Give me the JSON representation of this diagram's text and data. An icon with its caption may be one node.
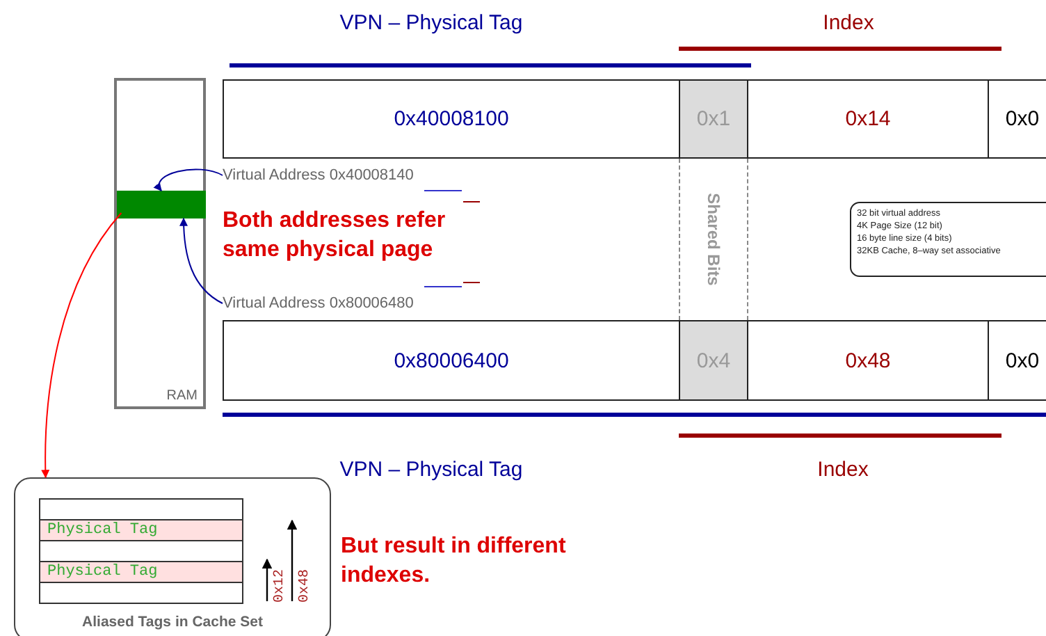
{
  "diagram": {
    "nodes": [
      {
        "text": [
          "RAM"
        ]
      },
      {
        "text": [],
        "shape": "bar",
        "in": 0
      },
      {
        "text": [
          "0x40008100"
        ]
      },
      {
        "text": [
          "0x1"
        ]
      },
      {
        "text": [
          "0x14"
        ]
      },
      {
        "text": [
          "0x0"
        ]
      },
      {
        "text": [
          "Virtual Address 0x40008140"
        ]
      },
      {
        "text": [
          "Virtual Address 0x80006480"
        ]
      },
      {
        "text": [
          "0x80006400"
        ]
      },
      {
        "text": [
          "0x4"
        ]
      },
      {
        "text": [
          "0x48"
        ]
      },
      {
        "text": [
          "0x0"
        ]
      },
      {
        "text": [
          "Aliased Tags in Cache Set"
        ]
      },
      {
        "text": [],
        "shape": "box",
        "in": 12
      },
      {
        "text": [
          "Physical Tag"
        ],
        "in": 12
      },
      {
        "text": [],
        "shape": "box",
        "in": 12
      },
      {
        "text": [
          "Physical Tag"
        ],
        "in": 12
      },
      {
        "text": [],
        "shape": "box",
        "in": 12
      },
      {
        "text": [
          "Shared Bits"
        ]
      },
      {
        "text": [
          "32 bit virtual address",
          "4K Page Size (12 bit)",
          "16 byte line size (4 bits)",
          "32KB Cache, 8–way set associative"
        ]
      }
    ],
    "edges": [
      {
        "from": 6,
        "to": 1,
        "arrow": "to"
      },
      {
        "from": 7,
        "to": 1,
        "arrow": "to"
      },
      {
        "from": 1,
        "to": 12,
        "arrow": "to",
        "color": "#ff0000"
      }
    ],
    "labels": [
      "VPN – Physical Tag",
      "Index",
      "Both addresses refer same physical page",
      "VPN – Physical Tag",
      "Index",
      "But result in different indexes.",
      "0x12",
      "0x48"
    ]
  }
}
